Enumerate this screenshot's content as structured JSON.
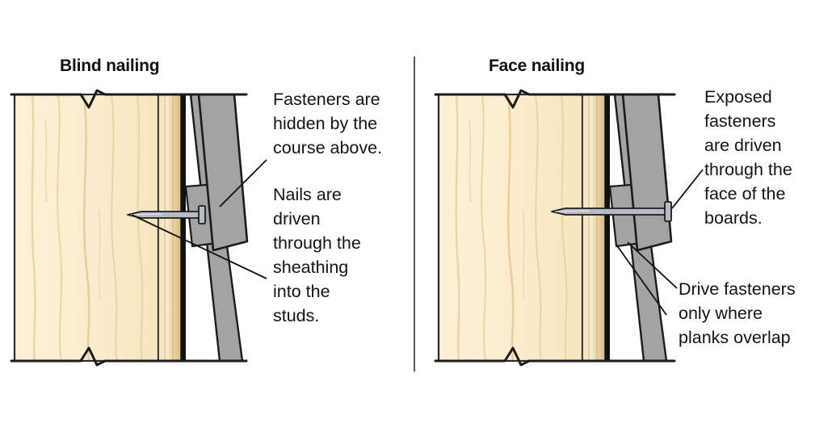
{
  "figure": {
    "type": "technical-illustration",
    "subject": "Siding fastener placement: blind nailing compared with face nailing",
    "background_color": "#ffffff"
  },
  "panels": [
    {
      "id": "blind",
      "title": "Blind nailing",
      "callouts": [
        "Fasteners are\nhidden by the\ncourse above.",
        "Nails are\ndriven\nthrough the\nsheathing\ninto the\nstuds."
      ]
    },
    {
      "id": "face",
      "title": "Face nailing",
      "callouts": [
        "Exposed\nfasteners\nare driven\nthrough the\nface of the\nboards.",
        "Drive fasteners\nonly where\nplanks overlap"
      ]
    }
  ],
  "colors": {
    "stud_wood": "#fbeccd",
    "stud_wood_grain": "#e3cc9a",
    "sheathing_light": "#f6e7c6",
    "sheathing_dark": "#d8ba86",
    "building_paper": "#111111",
    "siding_gray": "#a3a3a3",
    "siding_outline": "#1b1b1b",
    "nail_metal": "#b7bcc4",
    "nail_outline": "#1b1b1b",
    "divider": "#58585a",
    "leader_line": "#111111",
    "text": "#141414"
  },
  "components": {
    "stud_label": "wall stud",
    "sheathing_label": "wall sheathing",
    "paper_label": "building paper",
    "siding_label": "siding plank",
    "nail_label": "nail",
    "break_mark_label": "break symbol"
  }
}
